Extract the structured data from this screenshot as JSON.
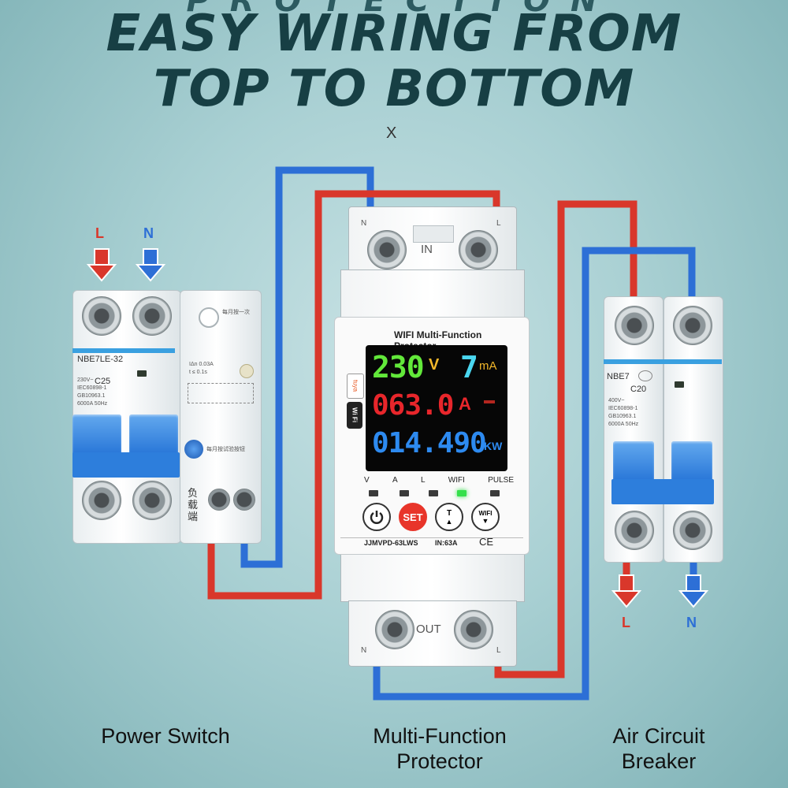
{
  "header": {
    "title_line1": "EASY WIRING FROM",
    "title_line2": "TOP TO BOTTOM",
    "marker": "X"
  },
  "colors": {
    "live_wire": "#d9372b",
    "neutral_wire": "#2d6fd6",
    "title": "#173f44",
    "background": "#a9d0d3"
  },
  "input_labels": {
    "l": "L",
    "n": "N"
  },
  "output_labels": {
    "l": "L",
    "n": "N"
  },
  "power_switch": {
    "caption": "Power Switch",
    "model": "NBE7LE-32",
    "rating": "C25",
    "specs": [
      "230V~",
      "IEC60898-1",
      "GB10963.1",
      "6000A 50Hz"
    ],
    "rcd_specs": [
      "IΔn 0.03A",
      "t ≤ 0.1s"
    ],
    "top_note": "每月按一次",
    "test_note": "每月按试验按钮",
    "load_label": "负载端"
  },
  "protector": {
    "caption_line1": "Multi-Function",
    "caption_line2": "Protector",
    "brand_title": "WIFI Multi-Function Protector",
    "side_logo": "tuya",
    "wifi_badge": "Wi Fi",
    "voltage": "230",
    "voltage_unit": "V",
    "leakage": "7",
    "leakage_unit": "mA",
    "current": "063.0",
    "current_unit": "A",
    "power": "014.490",
    "power_unit": "KW",
    "indicators": [
      "V",
      "A",
      "L",
      "WIFI",
      "PULSE"
    ],
    "indicator_on": "WIFI",
    "buttons": {
      "power_icon": "power-icon",
      "set": "SET",
      "t": "T",
      "wifi": "WIFI"
    },
    "model": "JJMVPD-63LWS",
    "rating": "IN:63A",
    "cert": "CE",
    "in_label": "IN",
    "out_label": "OUT",
    "terminal_n": "N",
    "terminal_l": "L"
  },
  "air_breaker": {
    "caption_line1": "Air Circuit",
    "caption_line2": "Breaker",
    "model": "NBE7",
    "rating": "C20",
    "specs": [
      "400V~",
      "IEC60898-1",
      "GB10963.1",
      "6000A 50Hz"
    ]
  }
}
